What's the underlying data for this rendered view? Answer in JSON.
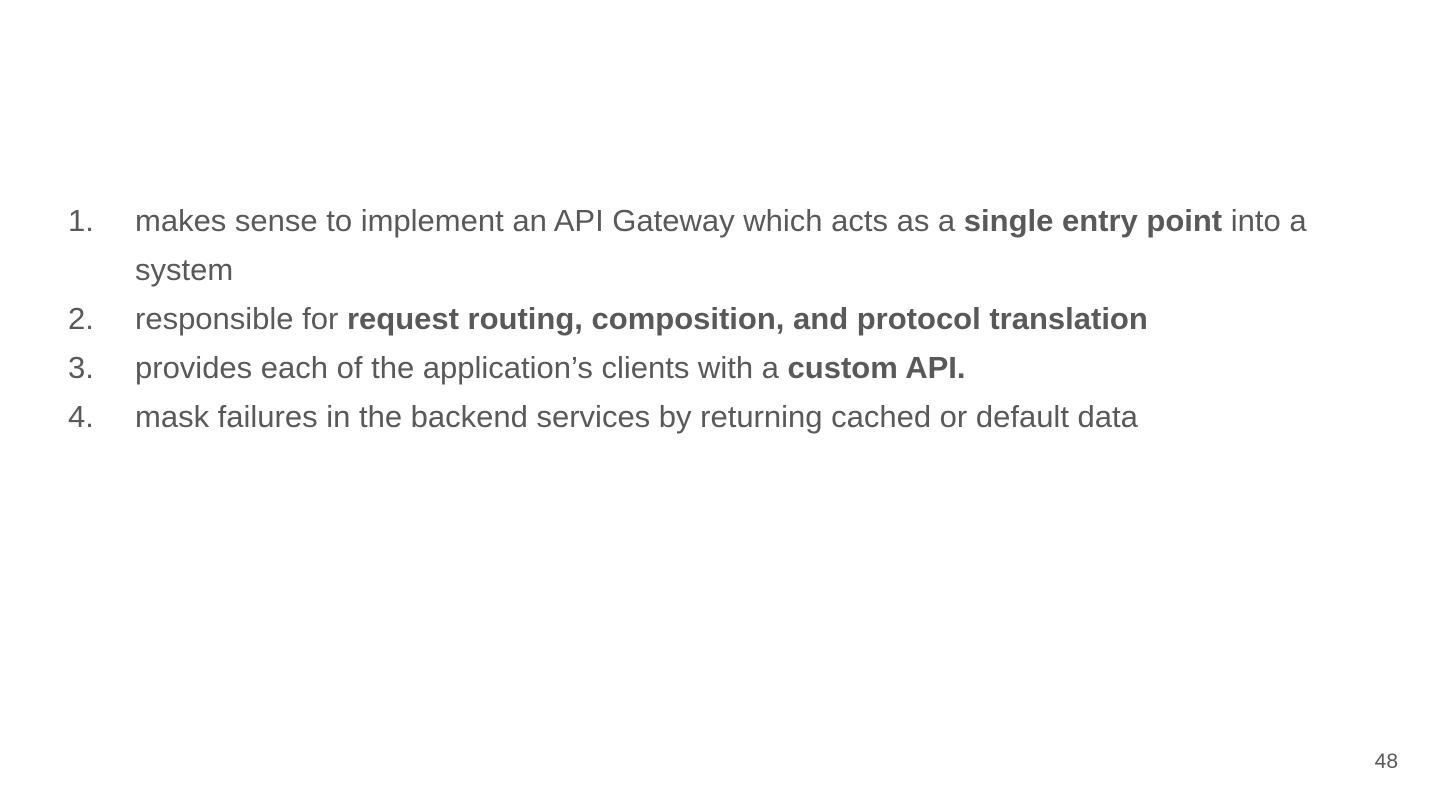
{
  "slide": {
    "background_color": "#ffffff",
    "text_color": "#595959",
    "page_number": "48",
    "list": {
      "items": [
        {
          "number": "1.",
          "segments": [
            {
              "text": "makes sense to implement an API Gateway which acts as a ",
              "bold": false
            },
            {
              "text": "single entry point",
              "bold": true
            },
            {
              "text": " into a system",
              "bold": false
            }
          ]
        },
        {
          "number": "2.",
          "segments": [
            {
              "text": "responsible for ",
              "bold": false
            },
            {
              "text": "request routing, composition, and protocol translation",
              "bold": true
            }
          ]
        },
        {
          "number": "3.",
          "segments": [
            {
              "text": "provides each of the application’s clients with a ",
              "bold": false
            },
            {
              "text": "custom API.",
              "bold": true
            }
          ]
        },
        {
          "number": "4.",
          "segments": [
            {
              "text": "mask failures in the backend services by returning cached or default data",
              "bold": false
            }
          ]
        }
      ]
    }
  }
}
